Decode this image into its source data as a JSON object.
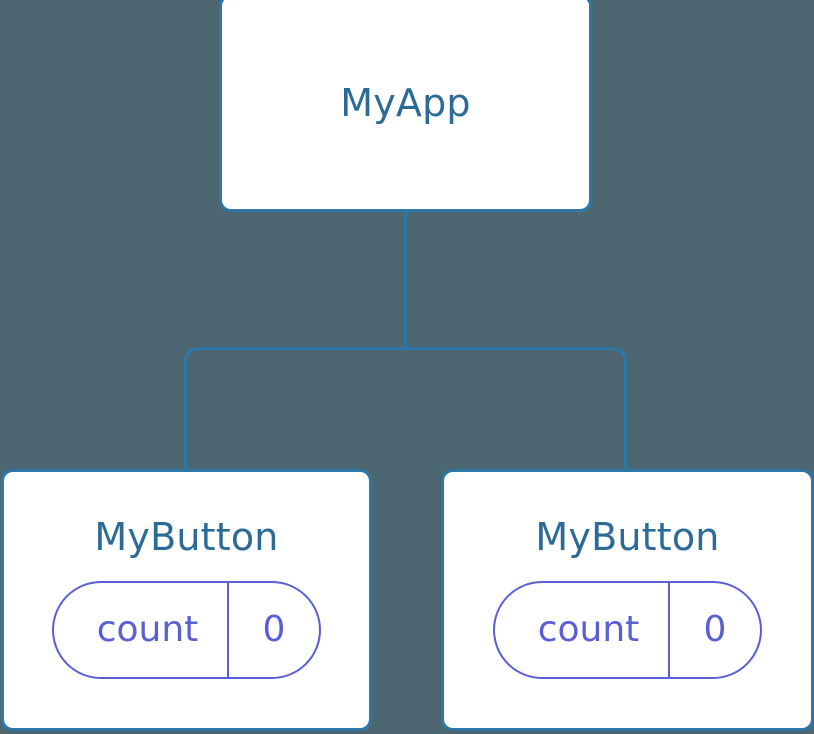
{
  "diagram": {
    "type": "component-tree",
    "background_color": "#4c6771",
    "node_border_color": "#2f77a8",
    "node_fill_color": "#ffffff",
    "node_title_color": "#2b6b96",
    "state_accent_color": "#5b5fd6",
    "connector_color": "#2f77a8",
    "root": {
      "title": "MyApp"
    },
    "children": [
      {
        "title": "MyButton",
        "state": {
          "key": "count",
          "value": "0"
        }
      },
      {
        "title": "MyButton",
        "state": {
          "key": "count",
          "value": "0"
        }
      }
    ]
  }
}
